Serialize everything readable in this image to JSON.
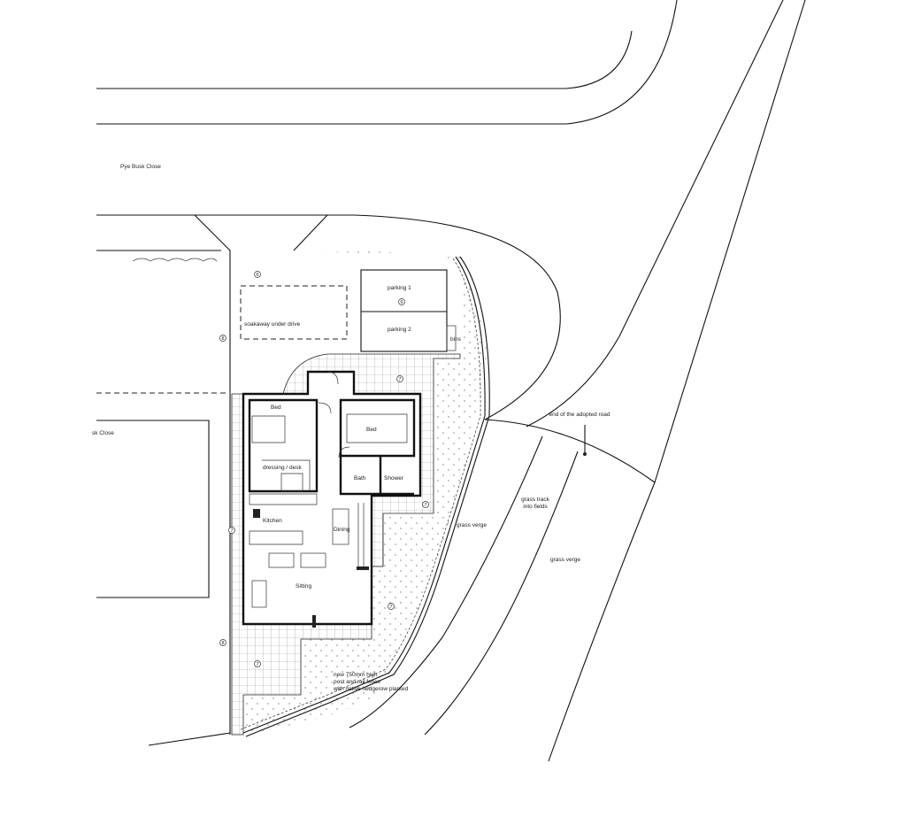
{
  "labels": {
    "street": "Pye Busk Close",
    "street_clipped": "sk Close",
    "soakaway": "soakaway under drive",
    "parking_1": "parking 1",
    "parking_2": "parking 2",
    "bins": "bins",
    "bed_1": "Bed",
    "bed_2": "Bed",
    "dressing": "dressing / desk",
    "bath": "Bath",
    "shower": "Shower",
    "kitchen": "Kitchen",
    "dining": "Dining",
    "sitting": "Sitting",
    "grass_verge_1": "grass verge",
    "grass_track_1": "grass track",
    "grass_track_2": "into fields",
    "grass_verge_2": "grass verge",
    "adopted_road": "end of the adopted road",
    "fence_1": "new 750mm high",
    "fence_2": "post and rail fence",
    "fence_3": "with native hedgerow planted"
  },
  "tags": {
    "six": "6",
    "seven": "7",
    "eight": "8"
  }
}
